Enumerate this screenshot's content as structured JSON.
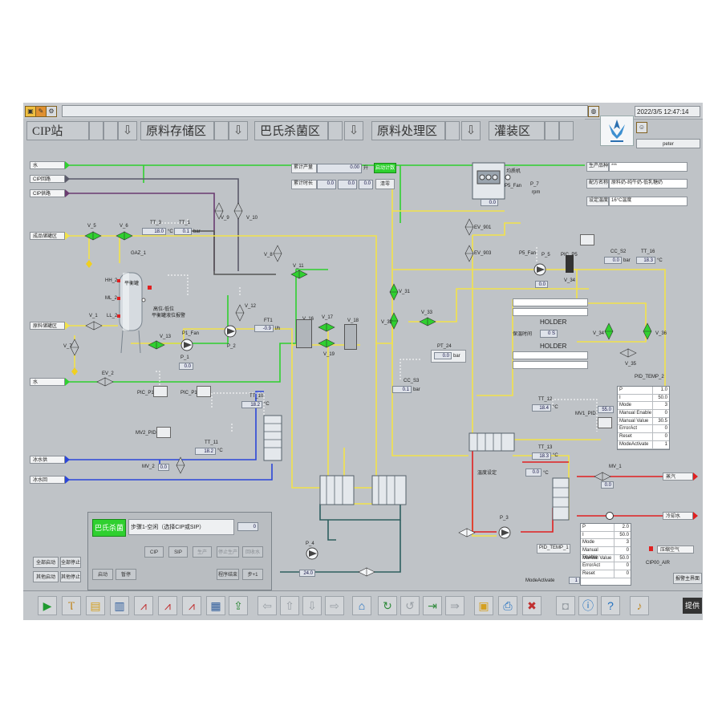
{
  "nav": {
    "tabs": [
      {
        "label": "CIP站"
      },
      {
        "label": "原料存储区"
      },
      {
        "label": "巴氏杀菌区"
      },
      {
        "label": "原料处理区"
      },
      {
        "label": "灌装区"
      }
    ],
    "arrow_glyph": "⇩"
  },
  "header": {
    "datetime": "2022/3/5 12:47:14",
    "user": "peter"
  },
  "inlets": {
    "water_top": "水",
    "cip_return": "CIP回路",
    "cip_supply": "CIP供路",
    "product_tank_top": "成品储罐区",
    "raw_tank": "原料储罐区",
    "water_mid": "水",
    "ice_water": "冰水供",
    "ice_water_return": "冰水回",
    "steam": "蒸汽",
    "cooling_water": "冷却水",
    "air": "压缩空气"
  },
  "counters": {
    "flow_label": "累计产量",
    "flow_value": "0.00",
    "flow_unit": "升",
    "flow_btn": "启动计数",
    "time_label": "累计时长",
    "t_h": "0.0",
    "t_m": "0.0",
    "t_s": "0.0",
    "reset_btn": "清零"
  },
  "info": {
    "f1_label": "生产品种",
    "f1_value": "***",
    "f2_label": "配方名称",
    "f2_value": "原料奶-纯牛奶-低乳糖奶",
    "f3_label": "设定温度",
    "f3_value": "16°C温度"
  },
  "tags": {
    "v5": "V_5",
    "v6": "V_6",
    "tt3": "TT_3",
    "tt3_v": "18.0",
    "tt3_u": "°C",
    "tt1": "TT_1",
    "tt1_v": "0.1",
    "tt1_u": "bar",
    "v9": "V_9",
    "v10": "V_10",
    "v8": "V_8",
    "v11": "V_11",
    "gaz1": "GAZ_1",
    "hh": "HH_2",
    "ml": "ML_2",
    "ll": "LL_2",
    "tank_lbl": "平衡罐",
    "alarm_text1": "高位-低位",
    "alarm_text2": "平衡罐液位报警",
    "v1": "V_1",
    "v7": "V_7",
    "v13": "V_13",
    "v12": "V_12",
    "p1": "P_1",
    "p1fan": "P1_Fan",
    "p1_v": "0.0",
    "p2": "P_2",
    "ft1": "FT1",
    "ft1_v": "-0.9",
    "ft1_u": "l/h",
    "v16": "V_16",
    "v17": "V_17",
    "v18": "V_18",
    "v19": "V_19",
    "v31": "V_31",
    "v32": "V_32",
    "v33": "V_33",
    "pt24": "PT_24",
    "pt24_v": "0.0",
    "pt24_u": "bar",
    "ev2": "EV_2",
    "pic_p1": "PIC_P1",
    "pic_p1b": "PIC_P1",
    "tt10": "TT_10",
    "tt10_v": "18.2",
    "tt10_u": "°C",
    "cc_s3": "CC_S3",
    "cc_s3_v": "0.1",
    "cc_s3_u": "bar",
    "mv2_pid": "MV2_PID",
    "tt11": "TT_11",
    "tt11_v": "18.2",
    "tt11_u": "°C",
    "mv2": "MV_2",
    "mv2_v": "0.0",
    "homog": "均质机",
    "p7": "P_7",
    "p7_u": "rpm",
    "p5fan": "P5_Fan",
    "homog_v": "0.0",
    "ev901": "EV_901",
    "ev903": "EV_903",
    "pic_p5": "PIC_P5",
    "p5": "P_5",
    "p5_v": "0.0",
    "v34": "V_34",
    "cc_s2": "CC_S2",
    "cc_s2_v": "0.0",
    "cc_s2_u": "bar",
    "tt_16": "TT_16",
    "tt_16_v": "18.3",
    "tt_16_u": "°C",
    "holder1": "HOLDER",
    "holder2": "HOLDER",
    "hold_label": "保温时间",
    "hold_v": "0",
    "hold_u": "S",
    "v34b": "V_34",
    "v35": "V_35",
    "v36": "V_36",
    "pid_temp2": "PID_TEMP_2",
    "tt12": "TT_12",
    "tt12_v": "18.4",
    "tt12_u": "°C",
    "mv1_pid": "MV1_PID",
    "mv1_pid_v": "55.0",
    "tt13": "TT_13",
    "tt13_v": "18.3",
    "tt13_u": "°C",
    "temp_set": "温度设定",
    "temp_set_v": "0.0",
    "temp_set_u": "°C",
    "mv1": "MV_1",
    "mv1_v": "0.0",
    "p4": "P_4",
    "p4_v": "24.0",
    "p3": "P_3",
    "pid_temp1": "PID_TEMP_1",
    "mode_activate": "ModeActivate",
    "mode_activate_v": "1",
    "cip_air": "CIP00_AIR"
  },
  "pid2": [
    {
      "k": "P",
      "v": "1.0"
    },
    {
      "k": "I",
      "v": "50.0"
    },
    {
      "k": "Mode",
      "v": "3"
    },
    {
      "k": "Manual Enable",
      "v": "0"
    },
    {
      "k": "Manual Value",
      "v": "30.5"
    },
    {
      "k": "ErrorAct",
      "v": "0"
    },
    {
      "k": "Reset",
      "v": "0"
    },
    {
      "k": "ModeActivate",
      "v": "1"
    }
  ],
  "pid1": [
    {
      "k": "P",
      "v": "2.0"
    },
    {
      "k": "I",
      "v": "50.0"
    },
    {
      "k": "Mode",
      "v": "3"
    },
    {
      "k": "Manual Enable",
      "v": "0"
    },
    {
      "k": "Manual Value",
      "v": "50.0"
    },
    {
      "k": "ErrorAct",
      "v": "0"
    },
    {
      "k": "Reset",
      "v": "0"
    }
  ],
  "panel": {
    "title": "巴氏杀菌",
    "step": "步骤1-空闲（选择CIP或SIP）",
    "step_value": "0",
    "btns": [
      "CIP",
      "SIP",
      "生产",
      "停止生产",
      "回收水"
    ],
    "start": "启动",
    "pause": "暂停",
    "program_end": "程序结束",
    "step_next": "步+1",
    "left1": "全部启动",
    "left2": "全部停止",
    "left3": "其他启动",
    "left4": "其他停止"
  },
  "right_btn": "报警主界面",
  "watermark": "提供",
  "colors": {
    "green": "#2fd02f",
    "yellow": "#f2e24a",
    "blue": "#2b46d8",
    "red": "#e02020",
    "pipe_grey": "#5a6a7a"
  }
}
